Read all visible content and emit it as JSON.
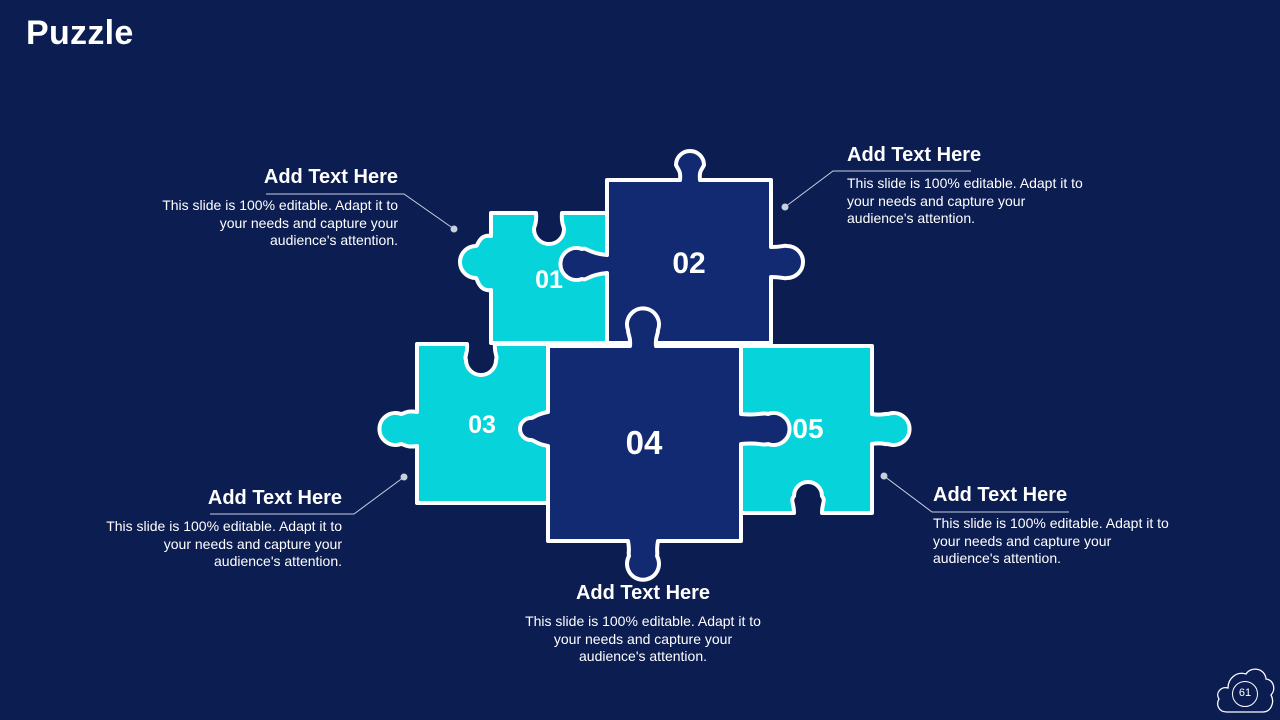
{
  "title": "Puzzle",
  "colors": {
    "background": "#0c1d52",
    "teal": "#06d3da",
    "navy": "#122a72",
    "outline": "#ffffff"
  },
  "pieces": [
    {
      "label": "01",
      "color": "teal"
    },
    {
      "label": "02",
      "color": "navy"
    },
    {
      "label": "03",
      "color": "teal"
    },
    {
      "label": "04",
      "color": "navy"
    },
    {
      "label": "05",
      "color": "teal"
    }
  ],
  "callouts": [
    {
      "heading": "Add Text Here",
      "body": "This slide is 100% editable. Adapt it to your needs and capture your audience's attention."
    },
    {
      "heading": "Add Text Here",
      "body": "This slide is 100% editable. Adapt it to your needs and capture your audience's attention."
    },
    {
      "heading": "Add Text Here",
      "body": "This slide is 100% editable. Adapt it to your needs and capture your audience's attention."
    },
    {
      "heading": "Add Text Here",
      "body": "This slide is 100% editable. Adapt it to your needs and capture your audience's attention."
    },
    {
      "heading": "Add Text Here",
      "body": "This slide is 100% editable. Adapt it to your needs and capture your audience's attention."
    }
  ],
  "page_number": "61"
}
